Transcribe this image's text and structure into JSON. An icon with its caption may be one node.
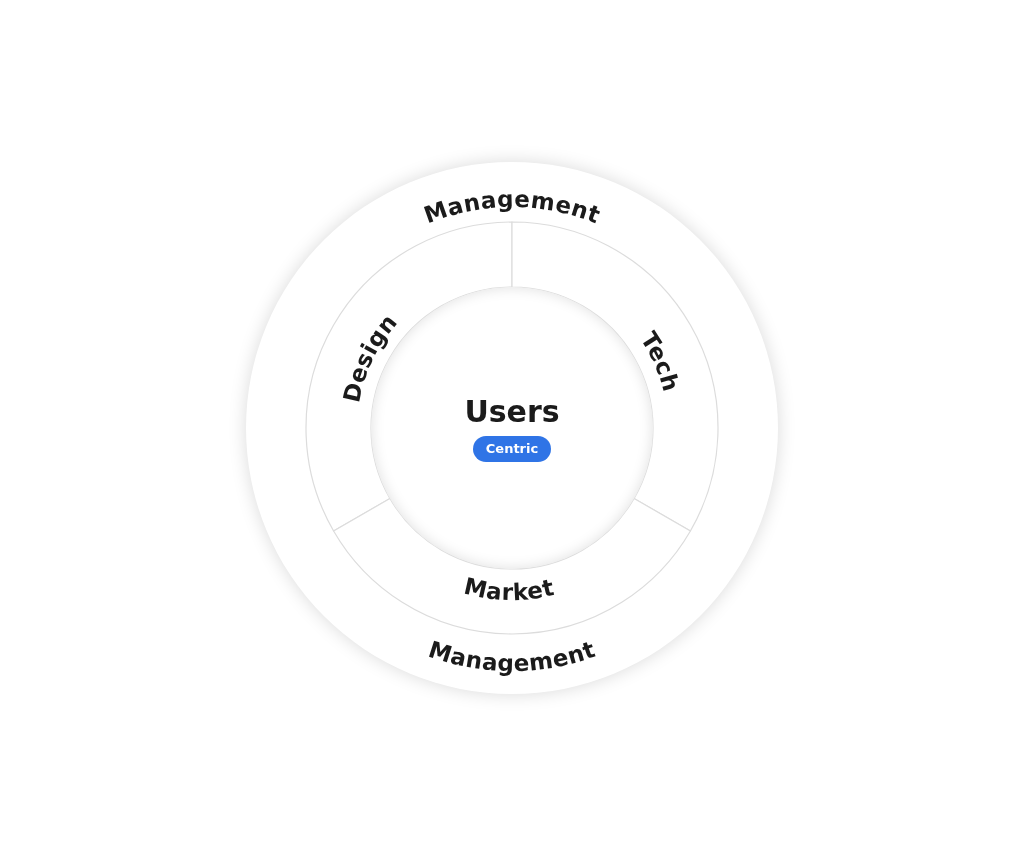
{
  "diagram": {
    "nodes": [
      {
        "text": [
          "Management",
          "Management"
        ]
      },
      {
        "text": [
          "Design"
        ],
        "in": 0
      },
      {
        "text": [
          "Tech"
        ],
        "in": 0
      },
      {
        "text": [
          "Users"
        ],
        "in": 0
      },
      {
        "text": [
          "Centric"
        ],
        "in": 3
      },
      {
        "text": [
          "Market"
        ],
        "in": 0
      }
    ]
  }
}
